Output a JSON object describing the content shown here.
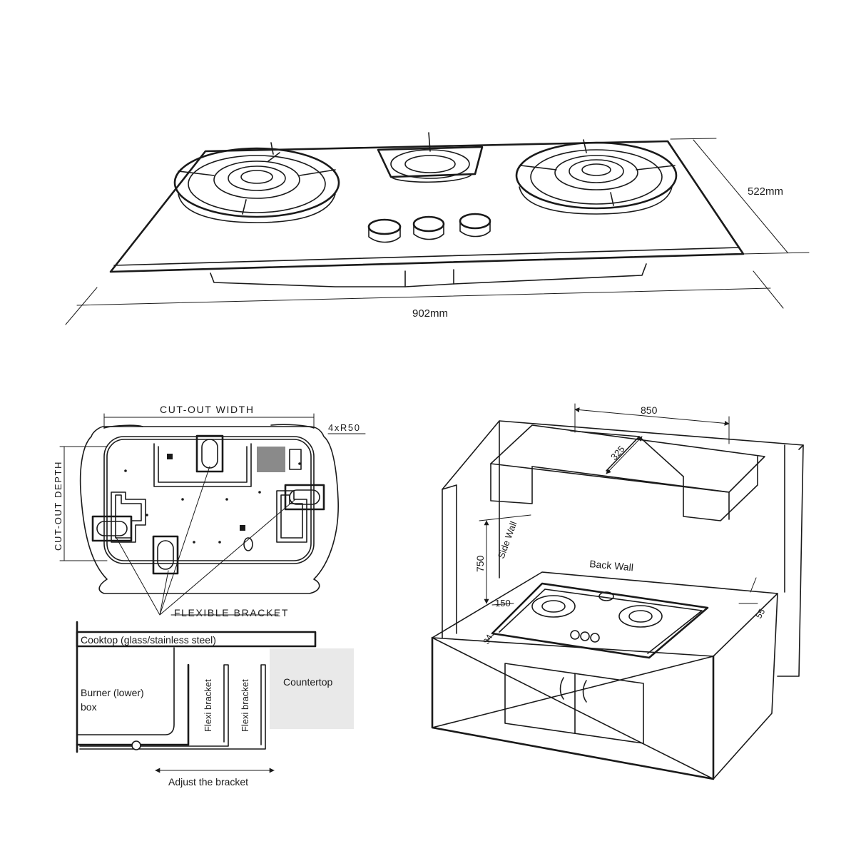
{
  "top_view": {
    "width_label": "902mm",
    "depth_label": "522mm"
  },
  "cutout": {
    "width_label": "CUT-OUT WIDTH",
    "depth_label": "CUT-OUT DEPTH",
    "radius_label": "4xR50",
    "bracket_label": "FLEXIBLE BRACKET"
  },
  "section": {
    "cooktop_label": "Cooktop (glass/stainless steel)",
    "burner_box_label_line1": "Burner (lower)",
    "burner_box_label_line2": "box",
    "flexi_bracket_label_1": "Flexi bracket",
    "flexi_bracket_label_2": "Flexi bracket",
    "countertop_label": "Countertop",
    "adjust_label": "Adjust the bracket"
  },
  "installation": {
    "hood_width": "850",
    "hood_depth": "325",
    "height_clearance": "750",
    "side_wall_label": "Side Wall",
    "back_wall_label": "Back Wall",
    "side_gap": "150",
    "front_gap": "34",
    "back_gap": "55"
  }
}
